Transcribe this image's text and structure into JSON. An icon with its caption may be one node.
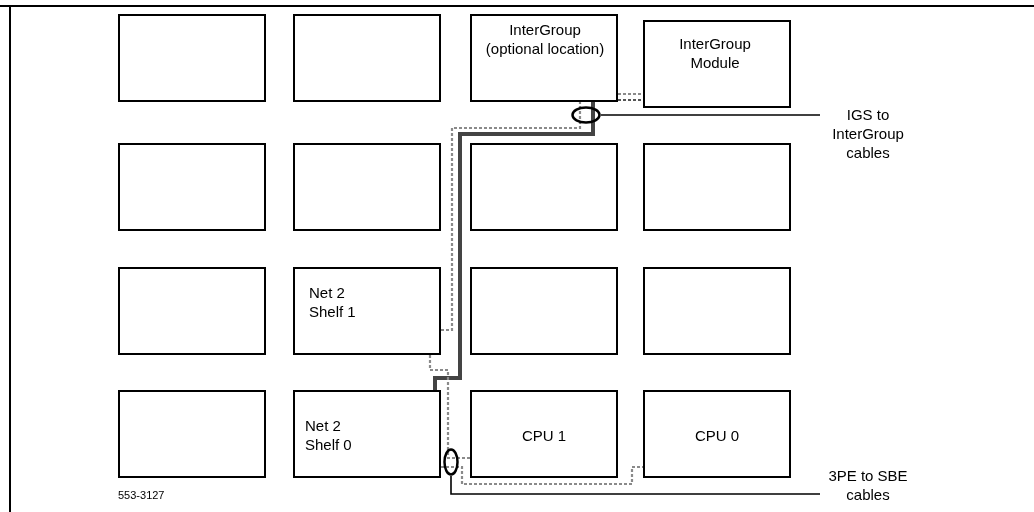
{
  "diagram": {
    "nodes": [
      {
        "text": [],
        "shape": "box"
      },
      {
        "text": [],
        "shape": "box"
      },
      {
        "text": [
          "InterGroup (optional location)"
        ]
      },
      {
        "text": [
          "InterGroup Module"
        ]
      },
      {
        "text": [],
        "shape": "box"
      },
      {
        "text": [],
        "shape": "box"
      },
      {
        "text": [],
        "shape": "box"
      },
      {
        "text": [],
        "shape": "box"
      },
      {
        "text": [],
        "shape": "box"
      },
      {
        "text": [
          "Net 2 Shelf 1"
        ]
      },
      {
        "text": [],
        "shape": "box"
      },
      {
        "text": [],
        "shape": "box"
      },
      {
        "text": [],
        "shape": "box"
      },
      {
        "text": [
          "Net 2 Shelf 0"
        ]
      },
      {
        "text": [
          "CPU 1"
        ]
      },
      {
        "text": [
          "CPU 0"
        ]
      },
      {
        "text": [
          "IGS to InterGroup cables"
        ]
      },
      {
        "text": [],
        "shape": "ellipse"
      },
      {
        "text": [
          "3PE to SBE cables"
        ]
      },
      {
        "text": [],
        "shape": "ellipse"
      }
    ],
    "edges": [
      {
        "from": 2,
        "to": 3,
        "arrow": "none",
        "style": "dashed",
        "color": "#8a8a8a"
      },
      {
        "from": 2,
        "to": 3,
        "arrow": "none",
        "style": "dashed",
        "color": "#555555"
      },
      {
        "from": 9,
        "to": 2,
        "arrow": "none",
        "style": "dashed",
        "color": "#8a8a8a"
      },
      {
        "from": 13,
        "to": 2,
        "arrow": "none",
        "style": "thick",
        "color": "#444444"
      },
      {
        "from": 9,
        "to": 14,
        "arrow": "none",
        "style": "dashed",
        "color": "#8a8a8a"
      },
      {
        "from": 13,
        "to": 15,
        "arrow": "none",
        "style": "dashed",
        "color": "#8a8a8a"
      },
      {
        "from": 16,
        "to": 17,
        "arrow": "none",
        "color": "#000000"
      },
      {
        "from": 18,
        "to": 19,
        "arrow": "none",
        "color": "#000000"
      }
    ],
    "labels": [
      "553-3127"
    ]
  }
}
